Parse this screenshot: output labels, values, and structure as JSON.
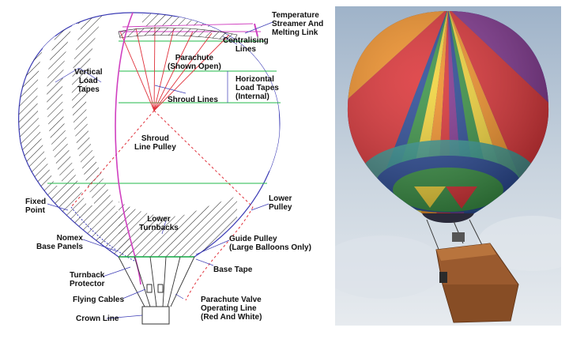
{
  "diagram": {
    "labels": {
      "temperature_streamer": "Temperature\nStreamer And\nMelting Link",
      "centralising_lines": "Centralising\nLines",
      "parachute": "Parachute\n(Shown Open)",
      "vertical_load_tapes": "Vertical\nLoad\nTapes",
      "horizontal_load_tapes": "Horizontal\nLoad Tapes\n(Internal)",
      "shroud_lines": "Shroud Lines",
      "shroud_line_pulley": "Shroud\nLine Pulley",
      "fixed_point": "Fixed\nPoint",
      "lower_pulley": "Lower\nPulley",
      "lower_turnbacks": "Lower\nTurnbacks",
      "nomex_base_panels": "Nomex\nBase Panels",
      "guide_pulley": "Guide Pulley\n(Large Balloons Only)",
      "base_tape": "Base Tape",
      "turnback_protector": "Turnback\nProtector",
      "flying_cables": "Flying Cables",
      "parachute_valve_line": "Parachute Valve\nOperating Line\n(Red And White)",
      "crown_line": "Crown Line"
    }
  },
  "photo": {
    "panel_colors": [
      "#1d3f8f",
      "#2e8b3a",
      "#f2d22e",
      "#f08a1c",
      "#d9262a",
      "#7a2a8a"
    ],
    "sky_color": "#b9c6d6",
    "basket_color": "#9a5a2e"
  }
}
